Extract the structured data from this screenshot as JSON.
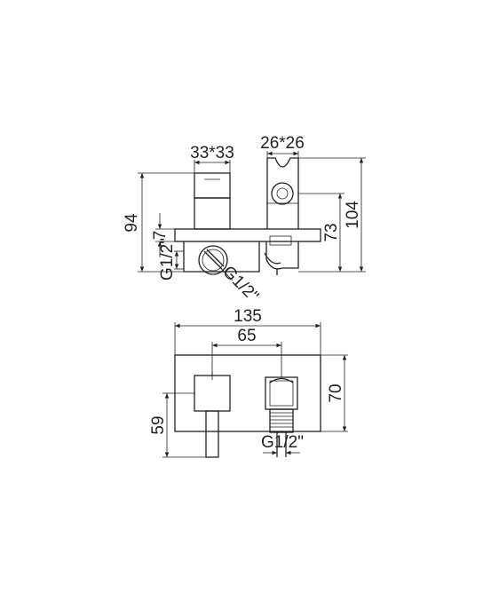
{
  "dimensions": {
    "handle_size": "33*33",
    "holder_size": "26*26",
    "height_94": "94",
    "height_7": "7",
    "height_104": "104",
    "height_73": "73",
    "inlet_thread_side": "G1/2\"",
    "inlet_thread_diag": "G1/2\"",
    "width_135": "135",
    "width_65": "65",
    "height_70": "70",
    "height_59": "59",
    "outlet_thread": "G1/2\""
  },
  "colors": {
    "line": "#231f20",
    "background": "#ffffff"
  }
}
